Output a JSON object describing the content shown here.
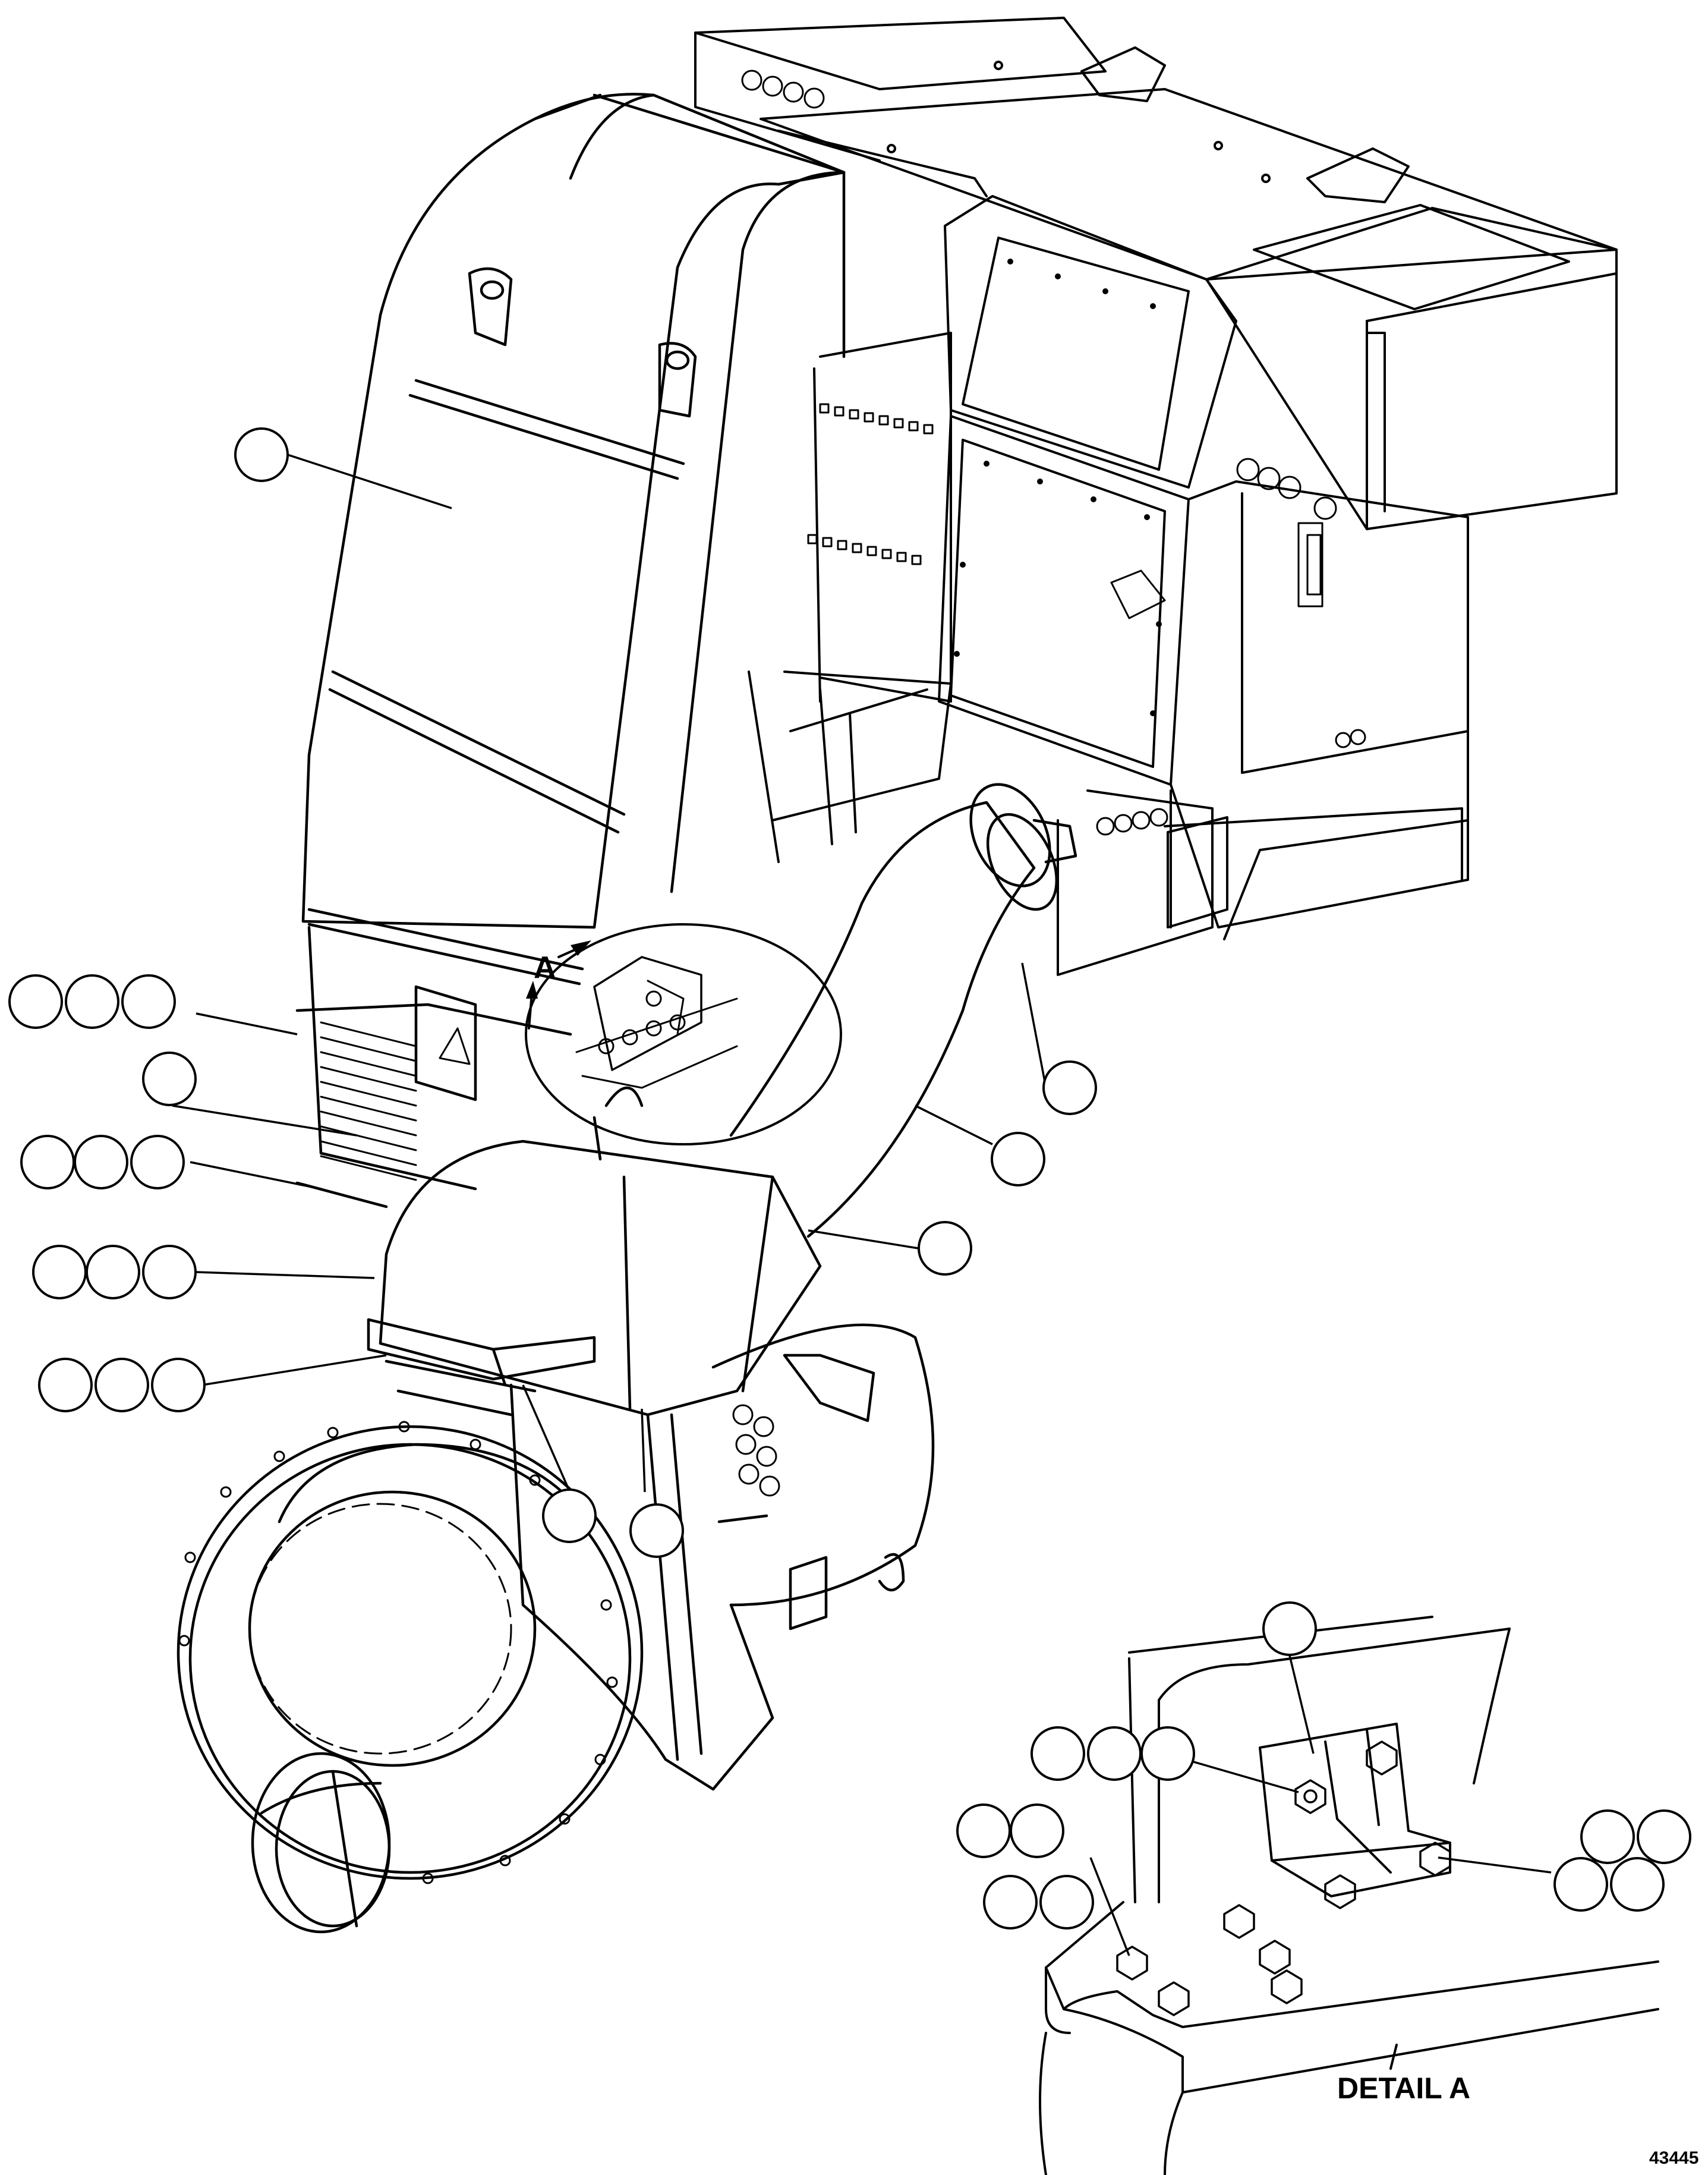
{
  "drawing": {
    "detail_arrow_label": "A",
    "detail_caption": "DETAIL A",
    "figure_number": "43445"
  },
  "colors": {
    "line": "#000000",
    "background": "#ffffff"
  },
  "callouts": {
    "main_view": [
      "",
      "",
      "",
      "",
      "",
      "",
      "",
      "",
      "",
      "",
      "",
      "",
      "",
      "",
      "",
      "",
      "",
      "",
      "",
      "",
      ""
    ],
    "detail_a": [
      "",
      "",
      "",
      "",
      "",
      "",
      "",
      "",
      "",
      "",
      "",
      "",
      "",
      ""
    ]
  }
}
